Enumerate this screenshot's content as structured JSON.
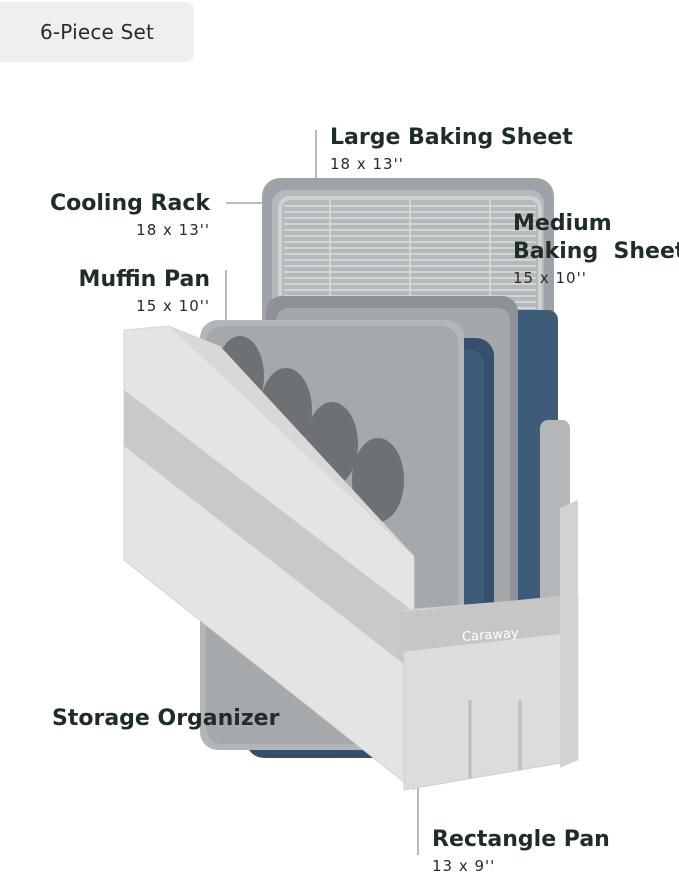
{
  "badge": {
    "text": "6-Piece Set"
  },
  "brand": "Caraway",
  "labels": {
    "large_baking_sheet": {
      "name": "Large Baking Sheet",
      "dim": "18 x 13''"
    },
    "cooling_rack": {
      "name": "Cooling Rack",
      "dim": "18 x 13''"
    },
    "medium_baking_sheet": {
      "name_line1": "Medium",
      "name_line2": "Baking  Sheet",
      "dim": "15 x 10''"
    },
    "muffin_pan": {
      "name": "Muffin Pan",
      "dim": "15 x 10''"
    },
    "storage_organizer": {
      "name": "Storage Organizer"
    },
    "rectangle_pan": {
      "name": "Rectangle Pan",
      "dim": "13 x 9''"
    }
  },
  "colors": {
    "label_text": "#1f2d2a",
    "organizer": "#e4e4e2",
    "organizer_band": "#c9c9c8",
    "navy_pan": "#3e5b78",
    "gray_tray": "#a9abad",
    "rack_wire": "#c8cbcc"
  }
}
